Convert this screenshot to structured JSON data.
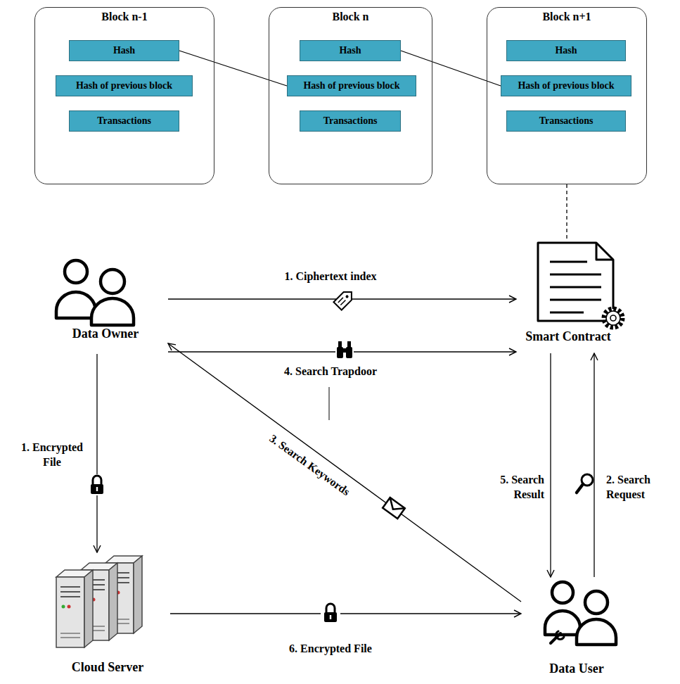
{
  "diagram": {
    "nodes": [
      {
        "text": [
          "Block n-1"
        ]
      },
      {
        "text": [
          "Hash"
        ],
        "in": 0
      },
      {
        "text": [
          "Hash of previous block"
        ],
        "in": 0
      },
      {
        "text": [
          "Transactions"
        ],
        "in": 0
      },
      {
        "text": [
          "Block n"
        ]
      },
      {
        "text": [
          "Hash"
        ],
        "in": 4
      },
      {
        "text": [
          "Hash of previous block"
        ],
        "in": 4
      },
      {
        "text": [
          "Transactions"
        ],
        "in": 4
      },
      {
        "text": [
          "Block n+1"
        ]
      },
      {
        "text": [
          "Hash"
        ],
        "in": 8
      },
      {
        "text": [
          "Hash of previous block"
        ],
        "in": 8
      },
      {
        "text": [
          "Transactions"
        ],
        "in": 8
      },
      {
        "text": [
          "Data Owner"
        ]
      },
      {
        "text": [
          "Smart Contract"
        ]
      },
      {
        "text": [
          "Cloud Server"
        ]
      },
      {
        "text": [
          "Data User"
        ]
      }
    ],
    "edges": [
      {
        "from": 1,
        "to": 6,
        "arrow": "none"
      },
      {
        "from": 5,
        "to": 10,
        "arrow": "none"
      },
      {
        "from": 8,
        "to": 13,
        "arrow": "none"
      },
      {
        "from": 12,
        "to": 13,
        "label": "1. Ciphertext index",
        "arrow": "to"
      },
      {
        "from": 12,
        "to": 13,
        "label": "4. Search Trapdoor",
        "arrow": "to"
      },
      {
        "from": 12,
        "to": 14,
        "label": "1. Encrypted File",
        "arrow": "to"
      },
      {
        "from": 15,
        "to": 12,
        "label": "3. Search Keywords",
        "arrow": "to"
      },
      {
        "from": 13,
        "to": 15,
        "label": "5. Search Result",
        "arrow": "to"
      },
      {
        "from": 15,
        "to": 13,
        "label": "2. Search Request",
        "arrow": "to"
      },
      {
        "from": 14,
        "to": 15,
        "label": "6. Encrypted File",
        "arrow": "to"
      }
    ]
  }
}
